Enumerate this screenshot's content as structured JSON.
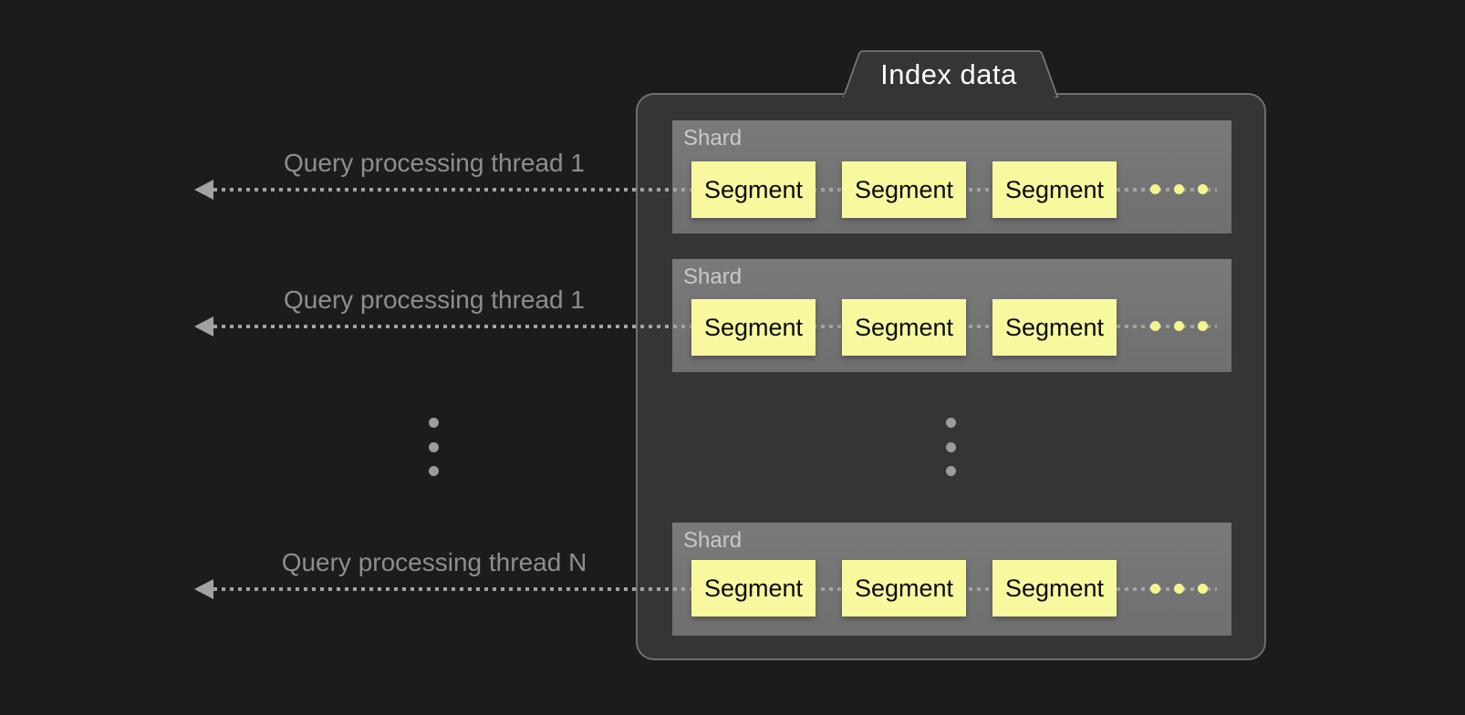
{
  "panel": {
    "title": "Index data",
    "fill_color": "#353535",
    "border_color": "#6f6f6f",
    "tab_border_color": "#7e7e7e",
    "title_color": "#ffffff"
  },
  "shards": [
    {
      "label": "Shard",
      "segments": [
        "Segment",
        "Segment",
        "Segment"
      ],
      "more_indicator": "ellipsis-dots"
    },
    {
      "label": "Shard",
      "segments": [
        "Segment",
        "Segment",
        "Segment"
      ],
      "more_indicator": "ellipsis-dots"
    },
    {
      "label": "Shard",
      "segments": [
        "Segment",
        "Segment",
        "Segment"
      ],
      "more_indicator": "ellipsis-dots"
    }
  ],
  "threads": [
    {
      "label": "Query processing thread 1"
    },
    {
      "label": "Query processing thread 1"
    },
    {
      "label": "Query processing thread N"
    }
  ],
  "colors": {
    "background": "#1c1c1a",
    "shard_fill": "#747474",
    "shard_label": "#c9c9c9",
    "segment_fill": "#f8f89f",
    "segment_text": "#0a0a0a",
    "segment_dot": "#f4f48c",
    "arrow": "#a2a2a2",
    "thread_label": "#8e8e8e",
    "ellipsis_dot": "#9c9c9c"
  }
}
